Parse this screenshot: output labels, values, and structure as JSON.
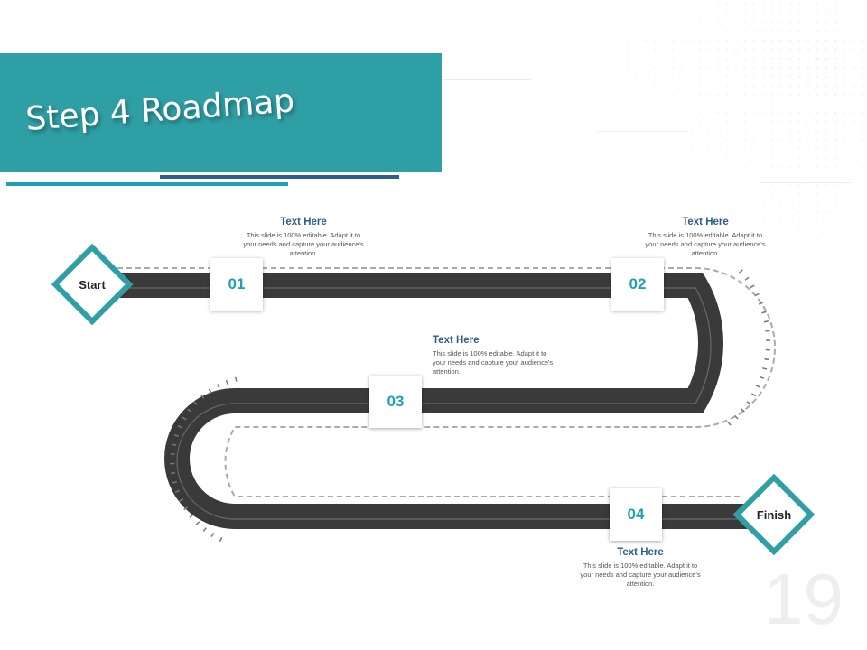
{
  "slide": {
    "title": "Step 4 Roadmap",
    "page_number": "19"
  },
  "colors": {
    "accent": "#2e9fa5",
    "navy": "#2f5e8e",
    "number": "#1fa0b4",
    "road": "#3a3a3a"
  },
  "endpoints": {
    "start_label": "Start",
    "finish_label": "Finish"
  },
  "milestones": [
    {
      "number": "01",
      "heading": "Text Here",
      "body": "This slide is 100% editable. Adapt it to your needs and capture your audience's attention."
    },
    {
      "number": "02",
      "heading": "Text Here",
      "body": "This slide is 100% editable. Adapt it to your needs and capture your audience's attention."
    },
    {
      "number": "03",
      "heading": "Text Here",
      "body": "This slide is 100% editable. Adapt it to your needs and capture your audience's attention."
    },
    {
      "number": "04",
      "heading": "Text Here",
      "body": "This slide is 100% editable. Adapt it to your needs and capture your audience's attention."
    }
  ]
}
